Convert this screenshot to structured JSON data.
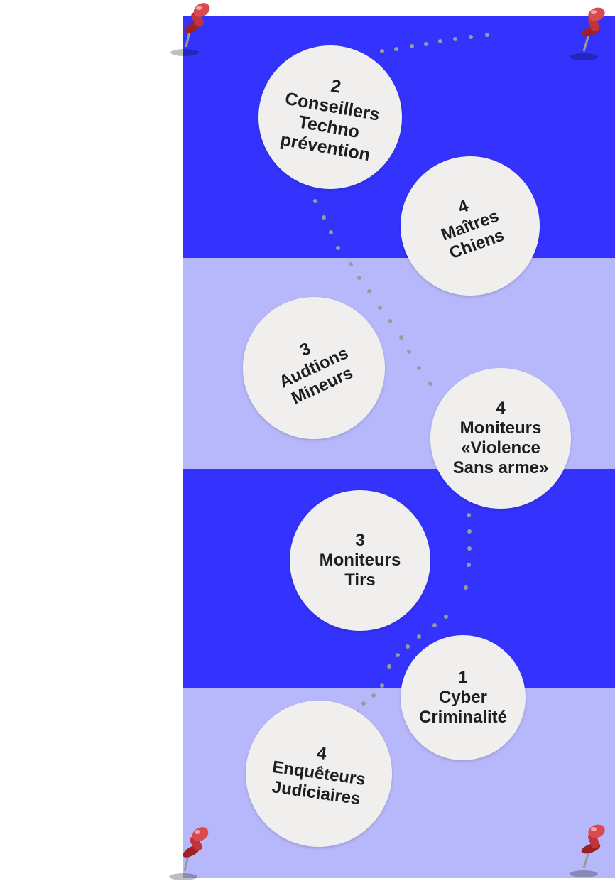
{
  "colors": {
    "band_dark": "#3333fd",
    "band_light": "#b6b8fb",
    "bubble": "#f1efee",
    "text": "#1e1e1e",
    "dots": "#9a9a9a",
    "pin": "#c0343a"
  },
  "bubbles": [
    {
      "id": "conseillers",
      "lines": [
        "2",
        "Conseillers",
        "Techno",
        "prévention"
      ]
    },
    {
      "id": "maitres-chiens",
      "lines": [
        "4",
        "Maîtres",
        "Chiens"
      ]
    },
    {
      "id": "auditions",
      "lines": [
        "3",
        "Audtions",
        "Mineurs"
      ]
    },
    {
      "id": "violence",
      "lines": [
        "4",
        "Moniteurs",
        "«Violence",
        "Sans arme»"
      ]
    },
    {
      "id": "tirs",
      "lines": [
        "3",
        "Moniteurs",
        "Tirs"
      ]
    },
    {
      "id": "cyber",
      "lines": [
        "1",
        "Cyber",
        "Criminalité"
      ]
    },
    {
      "id": "enqueteurs",
      "lines": [
        "4",
        "Enquêteurs",
        "Judiciaires"
      ]
    }
  ],
  "decor": {
    "pins": [
      "pushpin-icon",
      "pushpin-icon",
      "pushpin-icon",
      "pushpin-icon"
    ]
  }
}
